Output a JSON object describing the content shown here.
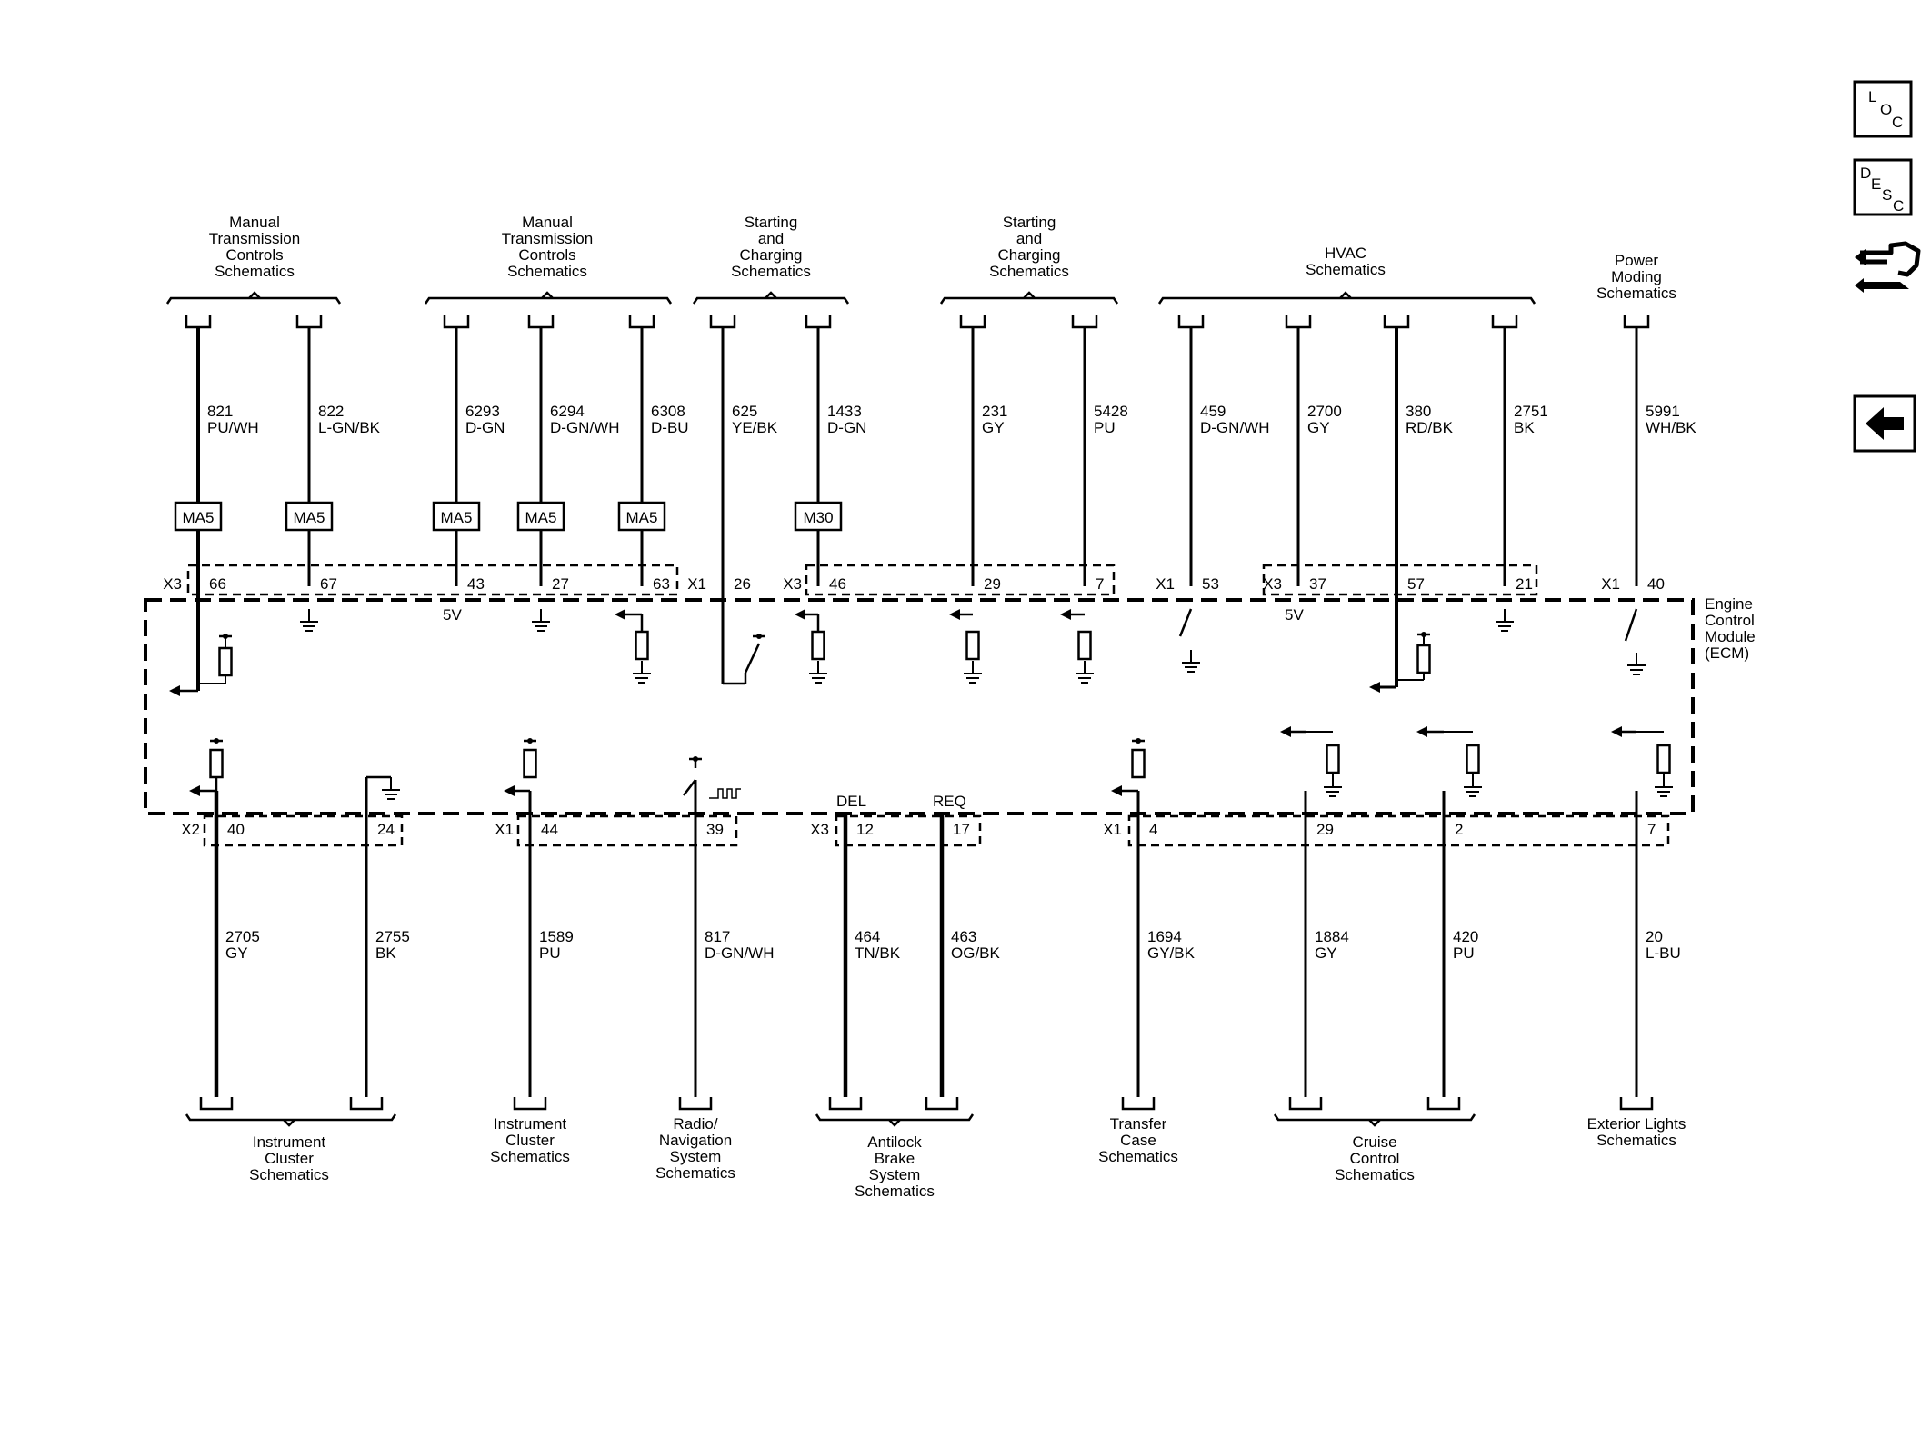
{
  "module": {
    "name_lines": [
      "Engine",
      "Control",
      "Module",
      "(ECM)"
    ]
  },
  "side_buttons": [
    {
      "id": "loc",
      "icon": "loc-icon",
      "text": [
        "L",
        "O",
        "C"
      ]
    },
    {
      "id": "desc",
      "icon": "desc-icon",
      "text": [
        "D",
        "E",
        "S",
        "C"
      ]
    },
    {
      "id": "connector",
      "icon": "connector-icon"
    },
    {
      "id": "back",
      "icon": "back-arrow-icon"
    }
  ],
  "top": {
    "groups": [
      {
        "lines": [
          "Manual",
          "Transmission",
          "Controls",
          "Schematics"
        ]
      },
      {
        "lines": [
          "Manual",
          "Transmission",
          "Controls",
          "Schematics"
        ]
      },
      {
        "lines": [
          "Starting",
          "and",
          "Charging",
          "Schematics"
        ]
      },
      {
        "lines": [
          "Starting",
          "and",
          "Charging",
          "Schematics"
        ]
      },
      {
        "lines": [
          "HVAC",
          "Schematics"
        ]
      },
      {
        "lines": [
          "Power",
          "Moding",
          "Schematics"
        ]
      }
    ],
    "wires": [
      {
        "circuit": "821",
        "color": "PU/WH",
        "connector": "X3",
        "pin": "66",
        "splice": "MA5"
      },
      {
        "circuit": "822",
        "color": "L-GN/BK",
        "pin": "67",
        "splice": "MA5"
      },
      {
        "circuit": "6293",
        "color": "D-GN",
        "pin": "43",
        "splice": "MA5",
        "note": "5V"
      },
      {
        "circuit": "6294",
        "color": "D-GN/WH",
        "pin": "27",
        "splice": "MA5"
      },
      {
        "circuit": "6308",
        "color": "D-BU",
        "pin": "63",
        "splice": "MA5"
      },
      {
        "circuit": "625",
        "color": "YE/BK",
        "connector": "X1",
        "pin": "26"
      },
      {
        "circuit": "1433",
        "color": "D-GN",
        "connector": "X3",
        "pin": "46",
        "splice": "M30"
      },
      {
        "circuit": "231",
        "color": "GY",
        "pin": "29"
      },
      {
        "circuit": "5428",
        "color": "PU",
        "pin": "7"
      },
      {
        "circuit": "459",
        "color": "D-GN/WH",
        "connector": "X1",
        "pin": "53"
      },
      {
        "circuit": "2700",
        "color": "GY",
        "connector": "X3",
        "pin": "37",
        "note": "5V"
      },
      {
        "circuit": "380",
        "color": "RD/BK",
        "pin": "57"
      },
      {
        "circuit": "2751",
        "color": "BK",
        "pin": "21"
      },
      {
        "circuit": "5991",
        "color": "WH/BK",
        "connector": "X1",
        "pin": "40"
      }
    ]
  },
  "bottom": {
    "groups": [
      {
        "lines": [
          "Instrument",
          "Cluster",
          "Schematics"
        ]
      },
      {
        "lines": [
          "Instrument",
          "Cluster",
          "Schematics"
        ]
      },
      {
        "lines": [
          "Radio/",
          "Navigation",
          "System",
          "Schematics"
        ]
      },
      {
        "lines": [
          "Antilock",
          "Brake",
          "System",
          "Schematics"
        ]
      },
      {
        "lines": [
          "Transfer",
          "Case",
          "Schematics"
        ]
      },
      {
        "lines": [
          "Cruise",
          "Control",
          "Schematics"
        ]
      },
      {
        "lines": [
          "Exterior Lights",
          "Schematics"
        ]
      }
    ],
    "wires": [
      {
        "circuit": "2705",
        "color": "GY",
        "connector": "X2",
        "pin": "40"
      },
      {
        "circuit": "2755",
        "color": "BK",
        "pin": "24"
      },
      {
        "circuit": "1589",
        "color": "PU",
        "connector": "X1",
        "pin": "44"
      },
      {
        "circuit": "817",
        "color": "D-GN/WH",
        "pin": "39"
      },
      {
        "circuit": "464",
        "color": "TN/BK",
        "connector": "X3",
        "pin": "12",
        "signal": "DEL"
      },
      {
        "circuit": "463",
        "color": "OG/BK",
        "pin": "17",
        "signal": "REQ"
      },
      {
        "circuit": "1694",
        "color": "GY/BK",
        "connector": "X1",
        "pin": "4"
      },
      {
        "circuit": "1884",
        "color": "GY",
        "pin": "29"
      },
      {
        "circuit": "420",
        "color": "PU",
        "pin": "2"
      },
      {
        "circuit": "20",
        "color": "L-BU",
        "pin": "7"
      }
    ]
  }
}
